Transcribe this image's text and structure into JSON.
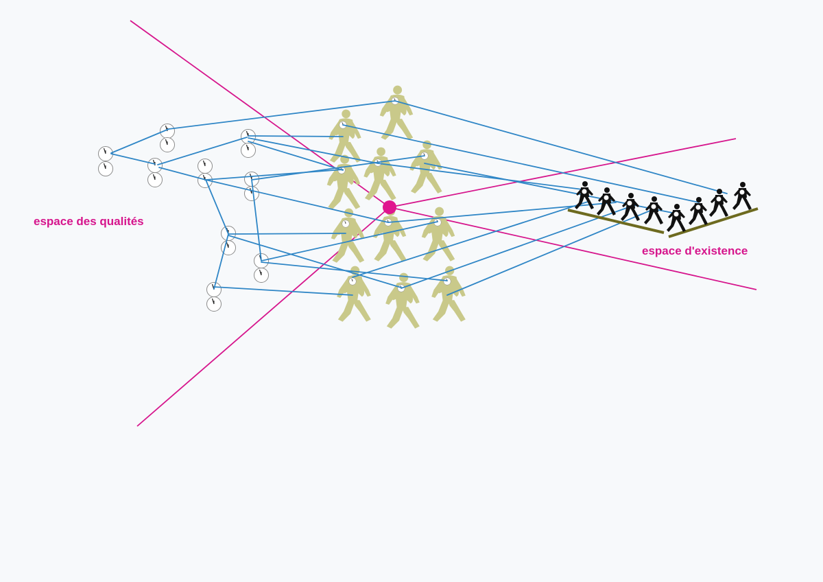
{
  "labels": {
    "quality_space": "espace des qualités",
    "existence_space": "espace d'existence"
  },
  "colors": {
    "background": "#f7f9fb",
    "pink": "#d6158c",
    "blue": "#2f86c6",
    "khaki": "#c9c98a",
    "clock_stroke": "#8a8a8a",
    "platform": "#6d6a1f",
    "walker_dark": "#111111"
  },
  "icons": {
    "clock": "clock-icon",
    "person": "walking-person-icon",
    "small_person": "walking-figure-icon",
    "focal_point": "focal-point-dot"
  }
}
